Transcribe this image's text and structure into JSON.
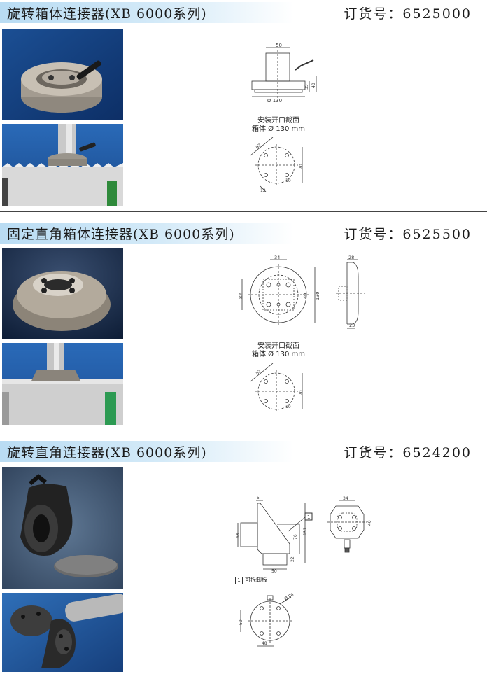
{
  "sections": [
    {
      "title": "旋转箱体连接器(XB 6000系列)",
      "order": "订货号：6525000",
      "caption_line1": "安装开口截面",
      "caption_line2": "箱体 Ø 130 mm",
      "dims": {
        "a": "50",
        "b": "Ø 130",
        "c": "35",
        "d": "40",
        "e": "92",
        "f": "70",
        "g": "12",
        "h": "10"
      }
    },
    {
      "title": "固定直角箱体连接器(XB 6000系列)",
      "order": "订货号：6525500",
      "caption_line1": "安装开口截面",
      "caption_line2": "箱体 Ø 130 mm",
      "dims": {
        "a": "34",
        "b": "82",
        "c": "40",
        "d": "130",
        "e": "28",
        "f": "23",
        "g": "82",
        "h": "70",
        "i": "10"
      }
    },
    {
      "title": "旋转直角连接器(XB 6000系列)",
      "order": "订货号：6524200",
      "legend_num": "1",
      "legend_text": "可拆卸板",
      "dims": {
        "a": "5",
        "b": "85",
        "c": "151",
        "d": "76",
        "e": "22",
        "f": "50",
        "g": "34",
        "h": "40",
        "i": "Ø 80",
        "j": "50",
        "k": "48"
      }
    }
  ]
}
